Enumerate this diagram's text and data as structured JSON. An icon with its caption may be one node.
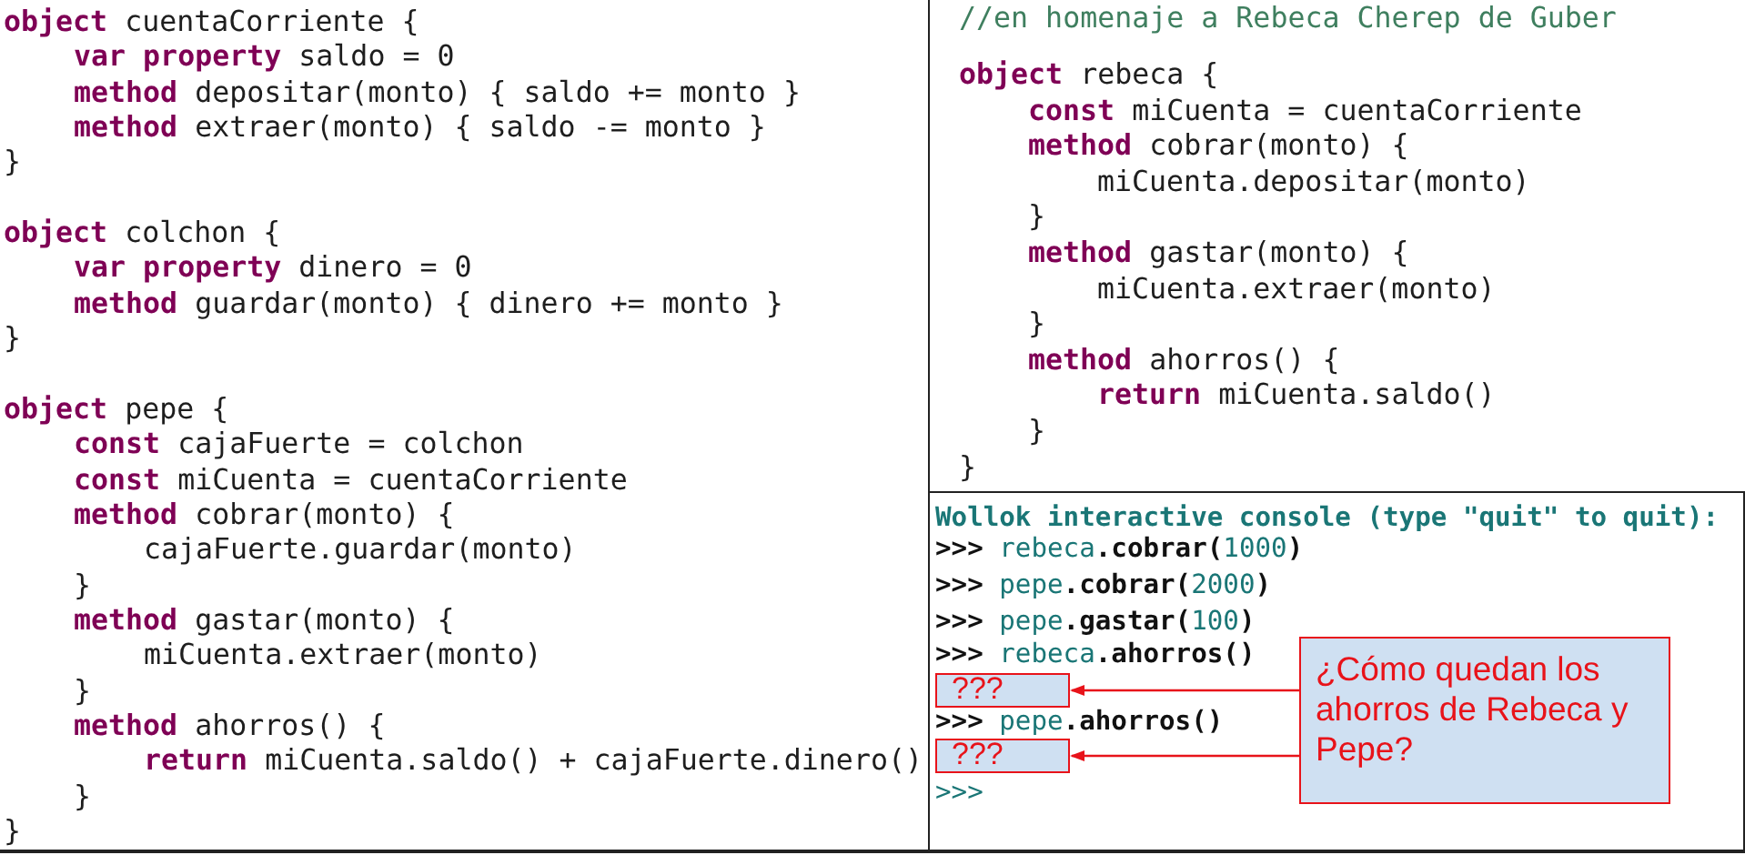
{
  "diagram": {
    "nodes": [
      {
        "text": [
          "???"
        ]
      },
      {
        "text": [
          "???"
        ]
      },
      {
        "text": [
          "¿Cómo quedan los ahorros de Rebeca y Pepe?"
        ]
      }
    ],
    "edges": [
      {
        "from": 2,
        "to": 0,
        "arrow": "to"
      },
      {
        "from": 2,
        "to": 1,
        "arrow": "to"
      }
    ],
    "labels": [
      "**object** cuentaCorriente {",
      "**var property** saldo = 0",
      "**method** depositar(monto) { saldo += monto }",
      "**method** extraer(monto) { saldo -= monto }",
      "}",
      "**object** colchon {",
      "**var property** dinero = 0",
      "**method** guardar(monto) { dinero += monto }",
      "}",
      "**object** pepe {",
      "**const** cajaFuerte = colchon",
      "**const** miCuenta = cuentaCorriente",
      "**method** cobrar(monto) {",
      "cajaFuerte.guardar(monto)",
      "}",
      "**method** gastar(monto) {",
      "miCuenta.extraer(monto)",
      "}",
      "**method** ahorros() {",
      "**return** miCuenta.saldo() + cajaFuerte.dinero()",
      "}",
      "}",
      "//en homenaje a Rebeca Cherep de Guber",
      "**object** rebeca {",
      "**const** miCuenta = cuentaCorriente",
      "**method** cobrar(monto) {",
      "miCuenta.depositar(monto)",
      "}",
      "**method** gastar(monto) {",
      "miCuenta.extraer(monto)",
      "}",
      "**method** ahorros() {",
      "**return** miCuenta.saldo()",
      "}",
      "}",
      "Wollok interactive console (type \"quit\" to quit):",
      "**>>>** rebeca**.cobrar(**1000**)**",
      "**>>>** pepe**.cobrar(**2000**)**",
      "**>>>** pepe**.gastar(**100**)**",
      "**>>>** rebeca**.ahorros()**",
      "**>>>** pepe**.ahorros()**",
      ">>>"
    ]
  }
}
